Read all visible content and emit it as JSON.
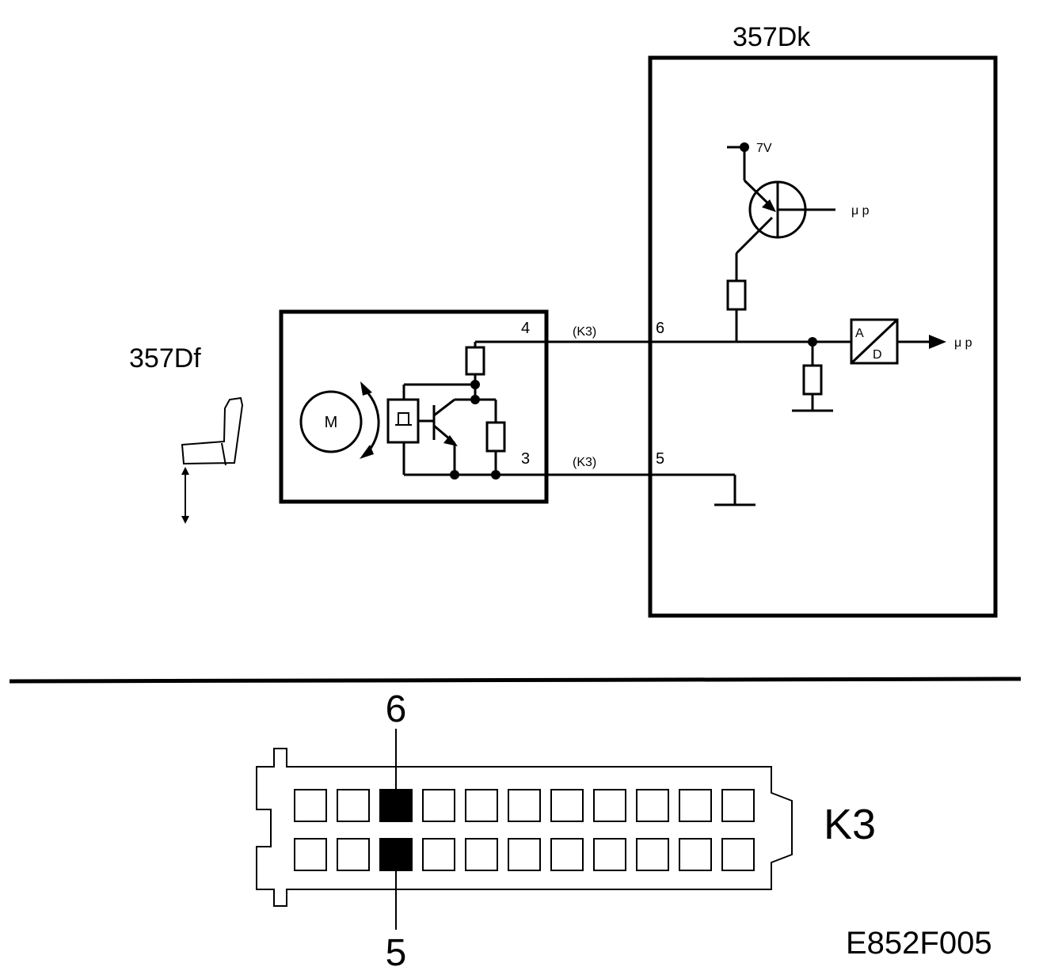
{
  "labels": {
    "dk_unit": "357Dk",
    "df_unit": "357Df",
    "motor": "M",
    "voltage": "7V",
    "mu_p_top": "μ p",
    "mu_p_right": "μ p",
    "adc_a": "A",
    "adc_d": "D",
    "pin4": "4",
    "pin3": "3",
    "pin6": "6",
    "pin5": "5",
    "conn_ref_top": "(K3)",
    "conn_ref_bottom": "(K3)",
    "connector_pin_top": "6",
    "connector_pin_bottom": "5",
    "connector_name": "K3",
    "figure_code": "E852F005"
  },
  "connector": {
    "rows": 2,
    "columns": 11,
    "highlighted_column": 3
  }
}
